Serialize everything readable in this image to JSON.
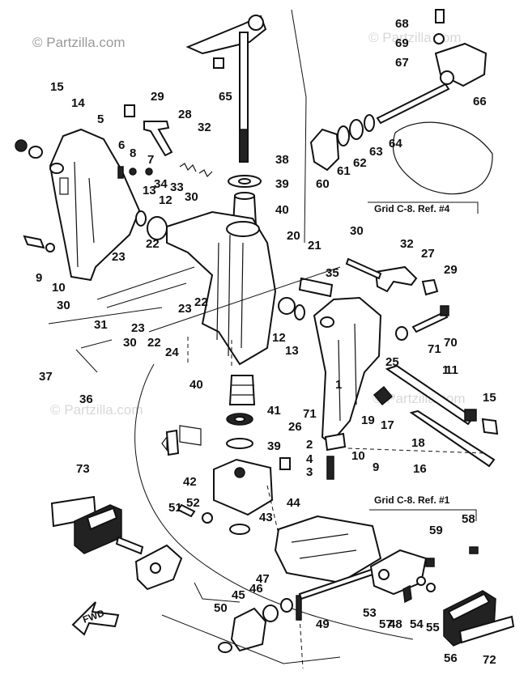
{
  "watermarks": [
    "© Partzilla.com",
    "© Partzilla.com",
    "© Partzilla.com",
    "© Partzilla.com"
  ],
  "grid_refs": [
    "Grid C-8. Ref. #4",
    "Grid C-8. Ref. #1"
  ],
  "fwd_label": "FWD",
  "part_numbers": [
    "1",
    "2",
    "3",
    "4",
    "5",
    "6",
    "7",
    "8",
    "9",
    "9",
    "10",
    "10",
    "11",
    "12",
    "12",
    "13",
    "13",
    "14",
    "15",
    "15",
    "16",
    "17",
    "18",
    "19",
    "20",
    "21",
    "22",
    "22",
    "22",
    "23",
    "23",
    "23",
    "24",
    "25",
    "26",
    "27",
    "28",
    "29",
    "29",
    "30",
    "30",
    "30",
    "30",
    "31",
    "32",
    "32",
    "33",
    "34",
    "35",
    "36",
    "37",
    "38",
    "39",
    "39",
    "40",
    "40",
    "41",
    "42",
    "43",
    "44",
    "45",
    "46",
    "47",
    "48",
    "49",
    "50",
    "51",
    "52",
    "53",
    "54",
    "55",
    "56",
    "57",
    "58",
    "59",
    "60",
    "61",
    "62",
    "63",
    "64",
    "65",
    "66",
    "67",
    "68",
    "69",
    "70",
    "71",
    "71",
    "72",
    "73"
  ]
}
